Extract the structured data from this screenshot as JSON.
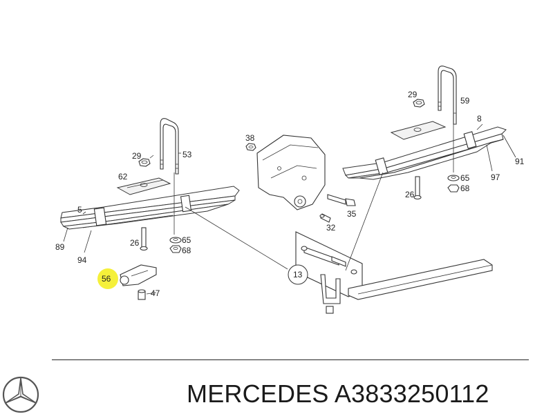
{
  "diagram": {
    "highlight_color": "#f5f03a",
    "callouts": {
      "c5": "5",
      "c89": "89",
      "c94": "94",
      "c29a": "29",
      "c53": "53",
      "c62": "62",
      "c26a": "26",
      "c65a": "65",
      "c68a": "68",
      "c56": "56",
      "c47": "47",
      "c38": "38",
      "c35": "35",
      "c32": "32",
      "c13": "13",
      "c29b": "29",
      "c59": "59",
      "c8": "8",
      "c91": "91",
      "c97": "97",
      "c26b": "26",
      "c65b": "65",
      "c68b": "68"
    },
    "highlighted_part": "56"
  },
  "footer": {
    "logo_icon": "mercedes-star-icon",
    "caption": "MERCEDES A3833250112"
  }
}
